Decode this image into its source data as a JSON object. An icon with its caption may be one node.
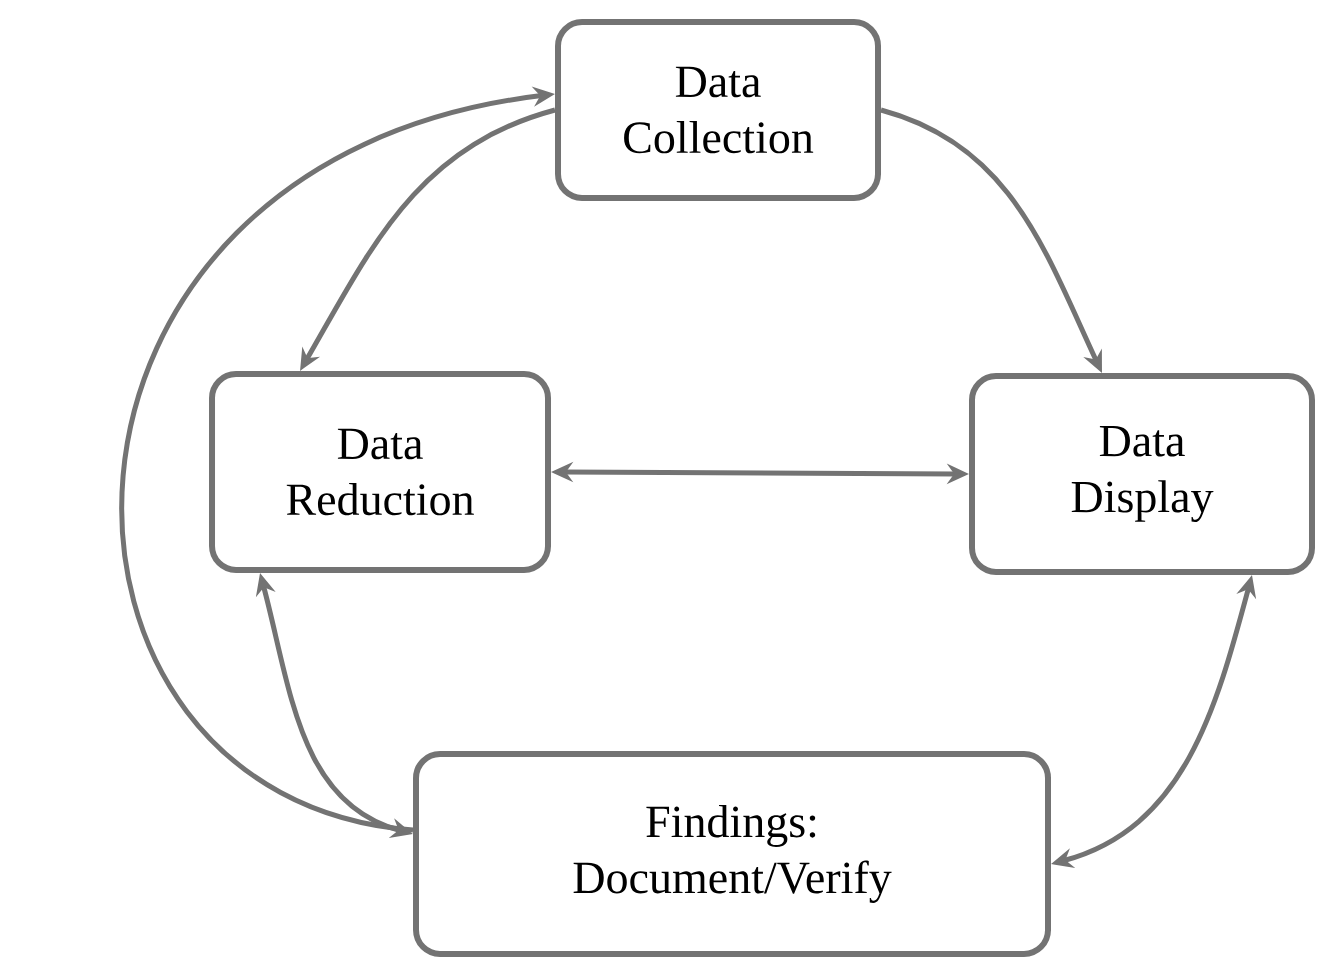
{
  "diagram": {
    "nodes": [
      {
        "text": [
          "Data Collection"
        ]
      },
      {
        "text": [
          "Data Reduction"
        ]
      },
      {
        "text": [
          "Data Display"
        ]
      },
      {
        "text": [
          "Findings: Document/Verify"
        ]
      }
    ],
    "edges": [
      {
        "from": 0,
        "to": 1,
        "arrow": "to"
      },
      {
        "from": 0,
        "to": 2,
        "arrow": "to"
      },
      {
        "from": 1,
        "to": 2,
        "arrow": "both"
      },
      {
        "from": 1,
        "to": 3,
        "arrow": "both"
      },
      {
        "from": 2,
        "to": 3,
        "arrow": "both"
      },
      {
        "from": 3,
        "to": 0,
        "arrow": "to"
      }
    ]
  }
}
